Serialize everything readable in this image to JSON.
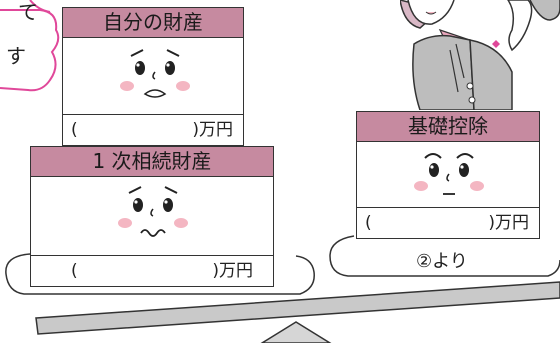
{
  "speech_bubble": {
    "line1": "て",
    "line2": "す"
  },
  "own_assets": {
    "title": "自分の財産",
    "paren_open": "(",
    "unit": ")万円"
  },
  "first_inheritance": {
    "title": "1 次相続財産",
    "paren_open": "(",
    "unit": ")万円"
  },
  "basic_deduction": {
    "title": "基礎控除",
    "paren_open": "(",
    "unit": ")万円",
    "note": "②より"
  },
  "colors": {
    "header_pink": "#c68aa0",
    "cheek_pink": "#f4b6c2",
    "speech_border": "#e0489a",
    "line": "#333333"
  }
}
